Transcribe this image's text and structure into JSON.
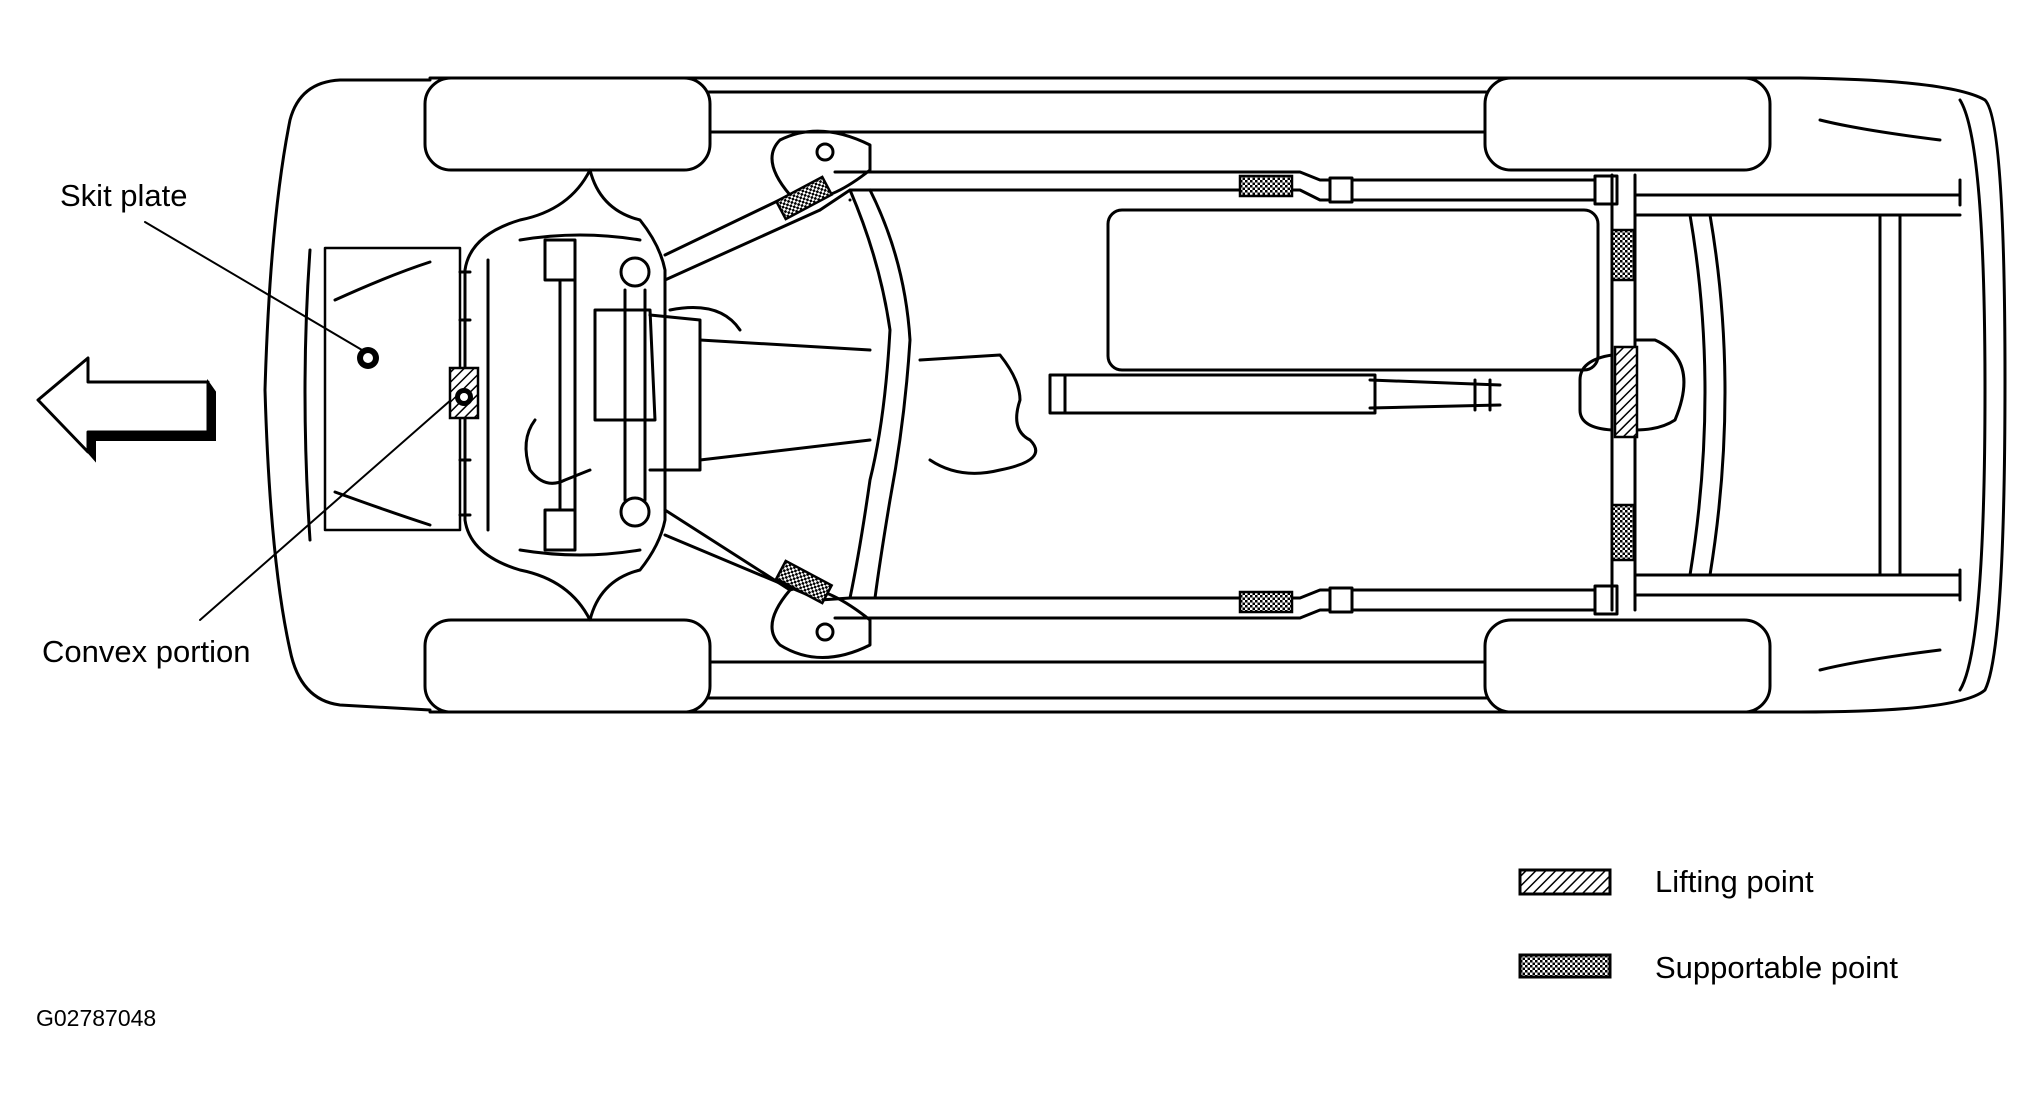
{
  "callouts": {
    "skid_plate": "Skit plate",
    "convex_portion": "Convex portion"
  },
  "legend": {
    "lifting": "Lifting point",
    "supportable": "Supportable point"
  },
  "figure_id": "G02787048",
  "colors": {
    "ink": "#000000",
    "paper": "#ffffff"
  },
  "icons": {
    "direction": "front-arrow-icon"
  }
}
